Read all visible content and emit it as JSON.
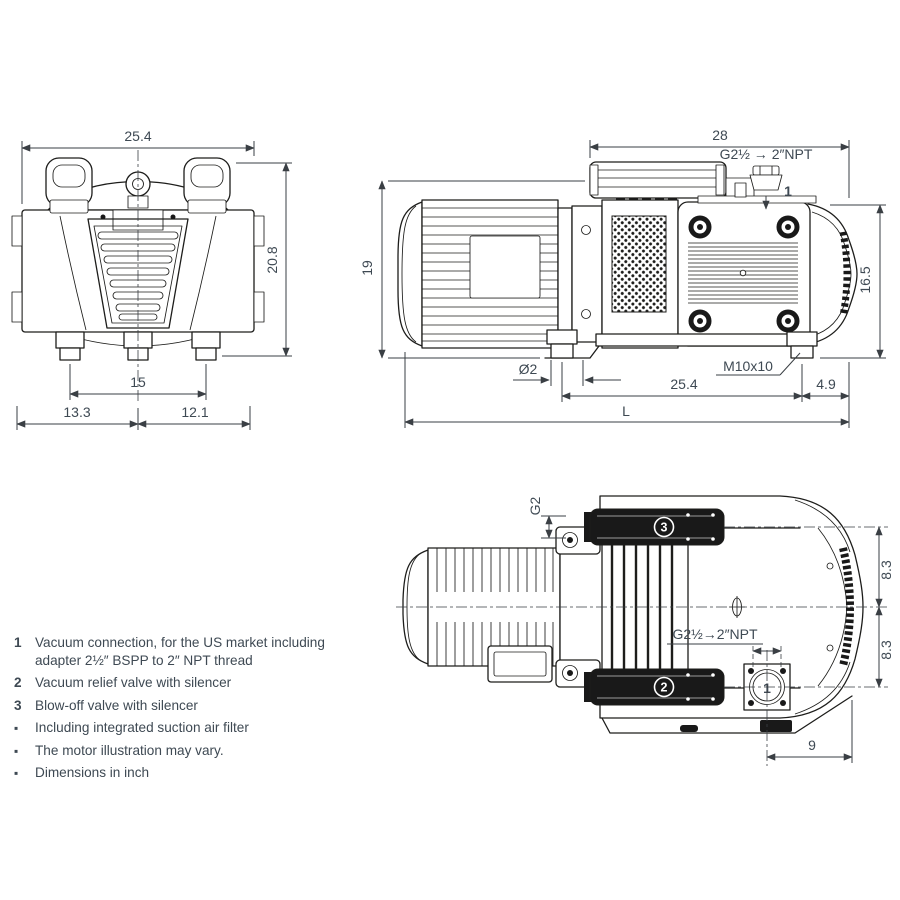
{
  "colors": {
    "bg": "#ffffff",
    "line": "#1d1d1b",
    "dark_fill": "#191919",
    "dim_line": "#3a3f44",
    "dim_text": "#3e4953"
  },
  "front_view": {
    "dims": {
      "width": "25.4",
      "height": "20.8",
      "feet_span": "15",
      "left_offset": "13.3",
      "right_offset": "12.1"
    }
  },
  "side_view": {
    "dims": {
      "upper_length": "28",
      "total_height": "19",
      "pump_height": "16.5",
      "port_diameter": "Ø2",
      "feet_span": "25.4",
      "rear_overhang": "4.9",
      "total_length": "L"
    },
    "labels": {
      "foot_thread": "M10x10",
      "adapter": "G2½ → 2″NPT",
      "callout_1": "1"
    }
  },
  "top_view": {
    "dims": {
      "port": "G2",
      "upper_half_width": "8.3",
      "lower_half_width": "8.3",
      "connection_offset": "9"
    },
    "labels": {
      "adapter": "G2½→2″NPT"
    },
    "callouts": {
      "vacuum_connection": "1",
      "relief_valve": "2",
      "blow_off_valve": "3"
    }
  },
  "legend": {
    "items": [
      {
        "marker": "1",
        "text": "Vacuum connection, for the US market including adapter 2½″ BSPP to 2″ NPT thread"
      },
      {
        "marker": "2",
        "text": "Vacuum relief valve with silencer"
      },
      {
        "marker": "3",
        "text": "Blow-off valve with silencer"
      },
      {
        "marker": "▪",
        "text": "Including integrated suction air filter"
      },
      {
        "marker": "▪",
        "text": "The motor illustration may vary."
      },
      {
        "marker": "▪",
        "text": "Dimensions in inch"
      }
    ]
  }
}
